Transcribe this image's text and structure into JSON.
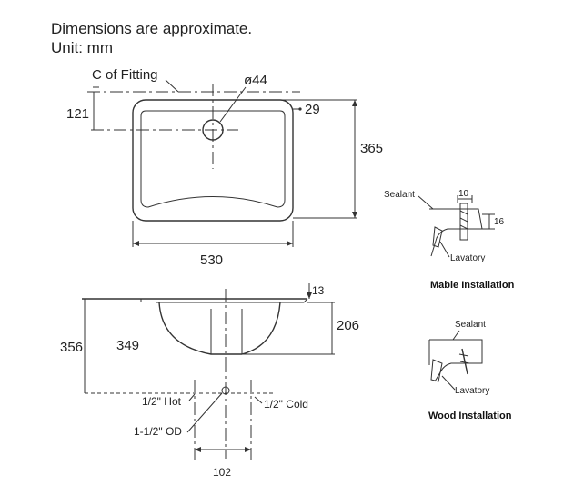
{
  "header": {
    "line1": "Dimensions are approximate.",
    "line2": "Unit: mm"
  },
  "top_view": {
    "centerline_label": "C of Fitting",
    "hole_diameter": "ø44",
    "dim_121": "121",
    "dim_29": "29",
    "dim_365": "365",
    "dim_530": "530"
  },
  "side_view": {
    "dim_13": "13",
    "dim_206": "206",
    "dim_356": "356",
    "dim_349": "349",
    "hot_label": "1/2\" Hot",
    "cold_label": "1/2\" Cold",
    "od_label": "1-1/2\" OD",
    "dim_102": "102"
  },
  "mable_install": {
    "sealant": "Sealant",
    "dim_10": "10",
    "dim_16": "16",
    "lavatory": "Lavatory",
    "caption": "Mable Installation"
  },
  "wood_install": {
    "sealant": "Sealant",
    "lavatory": "Lavatory",
    "caption": "Wood Installation"
  }
}
